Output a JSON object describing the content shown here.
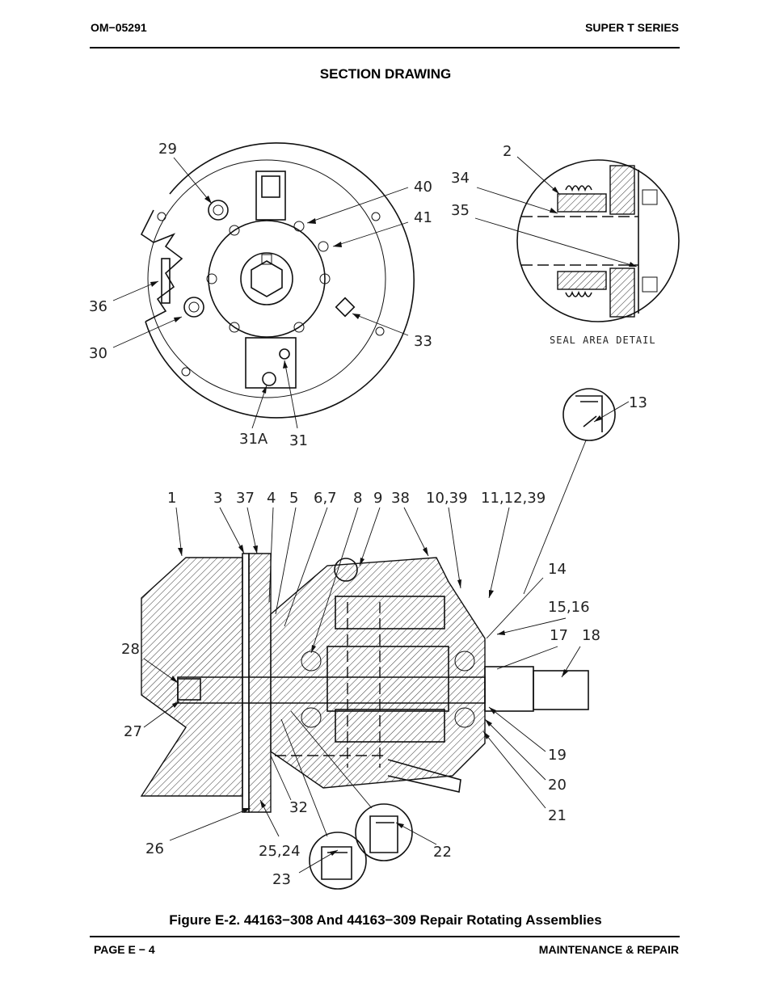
{
  "header": {
    "doc_number": "OM−05291",
    "series": "SUPER T SERIES"
  },
  "section_title": "SECTION DRAWING",
  "seal_detail_label": "SEAL AREA DETAIL",
  "callouts": {
    "c29": "29",
    "c40": "40",
    "c41": "41",
    "c36": "36",
    "c30": "30",
    "c33": "33",
    "c31a": "31A",
    "c31": "31",
    "c2": "2",
    "c34": "34",
    "c35": "35",
    "c13": "13",
    "c1": "1",
    "c3": "3",
    "c37": "37",
    "c4": "4",
    "c5": "5",
    "c67": "6,7",
    "c8": "8",
    "c9": "9",
    "c38": "38",
    "c1039": "10,39",
    "c111239": "11,12,39",
    "c14": "14",
    "c1516": "15,16",
    "c17": "17",
    "c18": "18",
    "c28": "28",
    "c27": "27",
    "c19": "19",
    "c20": "20",
    "c21": "21",
    "c26": "26",
    "c2524": "25,24",
    "c32": "32",
    "c22": "22",
    "c23": "23"
  },
  "caption": "Figure E-2. 44163−308 And 44163−309 Repair Rotating Assemblies",
  "footer": {
    "page": "PAGE E − 4",
    "section": "MAINTENANCE & REPAIR"
  }
}
